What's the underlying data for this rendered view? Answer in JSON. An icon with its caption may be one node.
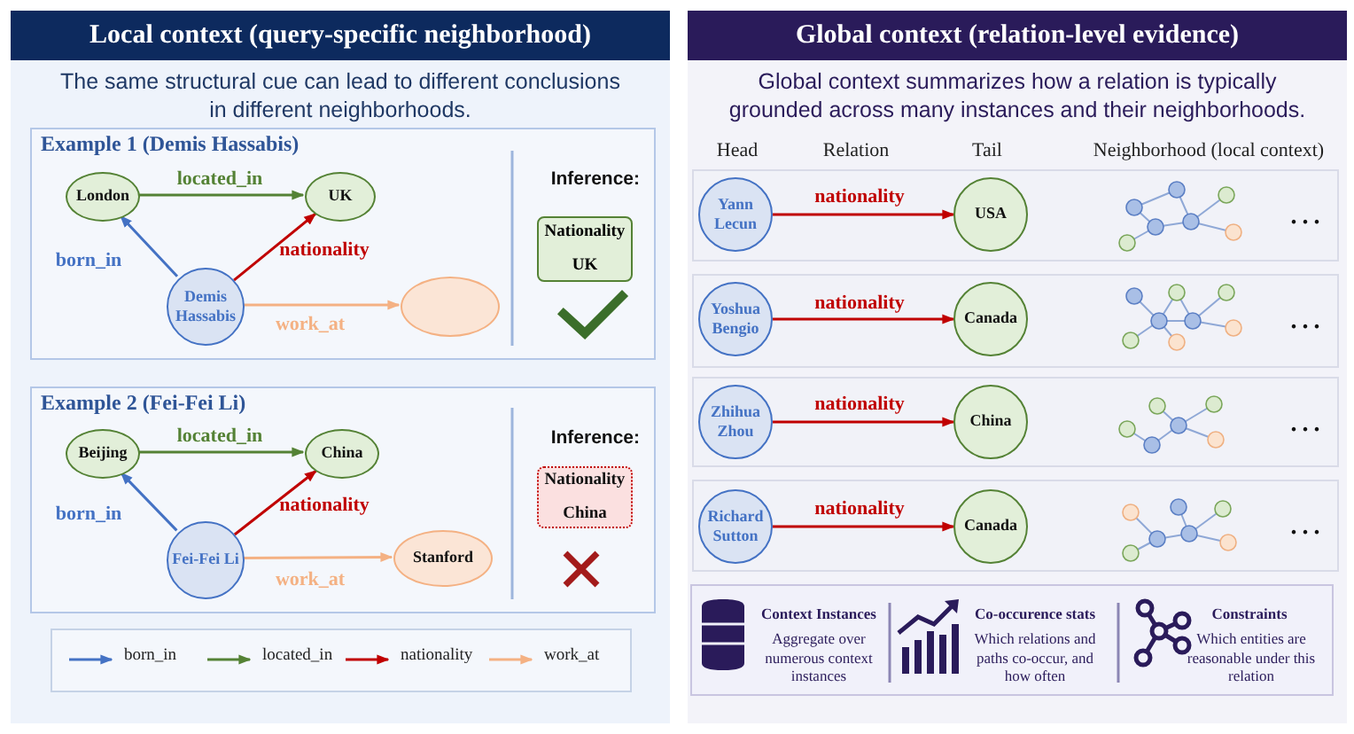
{
  "diagram": {
    "nodes": [
      {
        "text": [
          "Local context (query-specific neighborhood)",
          "The same structural cue can lead to different conclusions in different neighborhoods."
        ]
      },
      {
        "text": [
          "Example 1 (Demis Hassabis)",
          "Inference:"
        ],
        "in": 0
      },
      {
        "text": [
          "London"
        ],
        "in": 1
      },
      {
        "text": [
          "UK"
        ],
        "in": 1
      },
      {
        "text": [
          "Demis Hassabis"
        ],
        "in": 1
      },
      {
        "text": [],
        "shape": "ellipse",
        "in": 1
      },
      {
        "text": [
          "Nationality UK"
        ],
        "in": 1
      },
      {
        "text": [
          "Example 2 (Fei-Fei Li)",
          "Inference:"
        ],
        "in": 0
      },
      {
        "text": [
          "Beijing"
        ],
        "in": 7
      },
      {
        "text": [
          "China"
        ],
        "in": 7
      },
      {
        "text": [
          "Fei-Fei Li"
        ],
        "in": 7
      },
      {
        "text": [
          "Stanford"
        ],
        "in": 7
      },
      {
        "text": [
          "Nationality China"
        ],
        "in": 7
      },
      {
        "text": [
          "Global context (relation-level evidence)",
          "Global context summarizes how a relation is typically grounded across many instances and their neighborhoods."
        ]
      },
      {
        "text": [
          "Yann Lecun"
        ],
        "in": 13
      },
      {
        "text": [
          "USA"
        ],
        "in": 13
      },
      {
        "text": [
          "Yoshua Bengio"
        ],
        "in": 13
      },
      {
        "text": [
          "Canada"
        ],
        "in": 13
      },
      {
        "text": [
          "Zhihua Zhou"
        ],
        "in": 13
      },
      {
        "text": [
          "China"
        ],
        "in": 13
      },
      {
        "text": [
          "Richard Sutton"
        ],
        "in": 13
      },
      {
        "text": [
          "Canada"
        ],
        "in": 13
      }
    ],
    "edges": [
      {
        "from": 4,
        "to": 2,
        "arrow": "to",
        "label": "born_in",
        "color": "#4472c4"
      },
      {
        "from": 2,
        "to": 3,
        "arrow": "to",
        "label": "located_in",
        "color": "#548235"
      },
      {
        "from": 4,
        "to": 3,
        "arrow": "to",
        "label": "nationality"
      },
      {
        "from": 4,
        "to": 5,
        "arrow": "to",
        "label": "work_at",
        "color": "#f4b183"
      },
      {
        "from": 10,
        "to": 8,
        "arrow": "to",
        "label": "born_in",
        "color": "#4472c4"
      },
      {
        "from": 8,
        "to": 9,
        "arrow": "to",
        "label": "located_in",
        "color": "#548235"
      },
      {
        "from": 10,
        "to": 9,
        "arrow": "to",
        "label": "nationality"
      },
      {
        "from": 10,
        "to": 11,
        "arrow": "to",
        "label": "work_at",
        "color": "#f4b183"
      },
      {
        "from": 14,
        "to": 15,
        "arrow": "to",
        "label": "nationality"
      },
      {
        "from": 16,
        "to": 17,
        "arrow": "to",
        "label": "nationality"
      },
      {
        "from": 18,
        "to": 19,
        "arrow": "to",
        "label": "nationality"
      },
      {
        "from": 20,
        "to": 21,
        "arrow": "to",
        "label": "nationality"
      }
    ],
    "labels": [
      "Head",
      "Relation",
      "Tail",
      "Neighborhood (local context)",
      "...",
      "...",
      "...",
      "...",
      "Context Instances",
      "Aggregate over numerous context instances",
      "Co-occurence stats",
      "Which relations and paths co-occur, and how often",
      "Constraints",
      "Which entities are reasonable under this relation"
    ],
    "legend": [
      {
        "text": "born_in"
      },
      {
        "text": "located_in"
      },
      {
        "text": "nationality"
      },
      {
        "text": "work_at"
      }
    ]
  }
}
